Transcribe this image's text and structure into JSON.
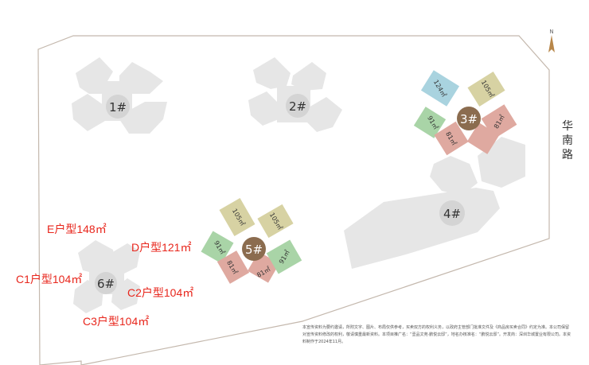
{
  "road": {
    "chars": [
      "华",
      "南",
      "路"
    ]
  },
  "compass": {
    "label": "N"
  },
  "buildings": [
    {
      "id": "b1",
      "label": "1#"
    },
    {
      "id": "b2",
      "label": "2#"
    },
    {
      "id": "b3",
      "label": "3#"
    },
    {
      "id": "b4",
      "label": "4#"
    },
    {
      "id": "b5",
      "label": "5#"
    },
    {
      "id": "b6",
      "label": "6#"
    }
  ],
  "unit_tags": {
    "b3": [
      "124㎡",
      "105㎡",
      "91㎡",
      "81㎡",
      "81㎡"
    ],
    "b5": [
      "105㎡",
      "105㎡",
      "91㎡",
      "81㎡",
      "81㎡",
      "91㎡"
    ]
  },
  "annotations": {
    "e": "E户型148㎡",
    "d": "D户型121㎡",
    "c1": "C1户型104㎡",
    "c2": "C2户型104㎡",
    "c3": "C3户型104㎡"
  },
  "disclaimer": "本宣传资料为要约邀请，所附文字、图片、布局仅供参考，买卖双方的权利义务，以政府主管部门批准文件及《商品房买卖合同》约定为准。本公司保留对宣传资料修改的权利，敬请慎重最新资料。本项目推广名：“壹品文苑·鹏悦云邸”，地名办核准名：“鹏悦云邸”。开发商：深圳华城置业有限公司。本资料制作于2024年11月。",
  "colors": {
    "site_border": "#c4b8ad",
    "ghost": "#e6e6e6",
    "badge_gray": "#d4d4d4",
    "badge_brown": "#8b6c4f",
    "blue": "#a9d3df",
    "olive": "#d7d2a3",
    "green": "#a9d4a7",
    "pink": "#dfa9a0",
    "annotation_red": "#e8261c"
  }
}
